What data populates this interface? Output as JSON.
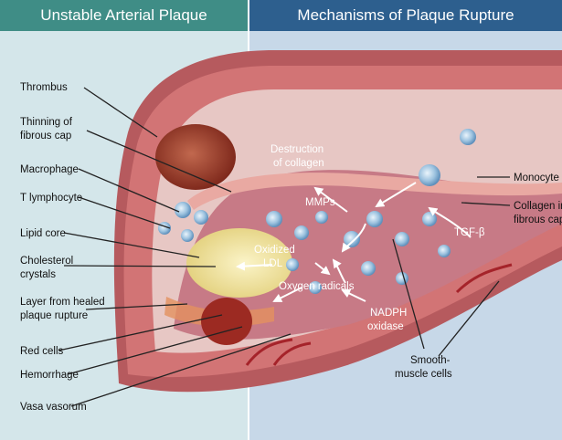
{
  "headers": {
    "left": "Unstable Arterial Plaque",
    "right": "Mechanisms of Plaque Rupture"
  },
  "left_labels": {
    "thrombus": "Thrombus",
    "thinning_1": "Thinning of",
    "thinning_2": "fibrous cap",
    "macrophage": "Macrophage",
    "t_lymphocyte": "T lymphocyte",
    "lipid_core": "Lipid core",
    "cholesterol_1": "Cholesterol",
    "cholesterol_2": "crystals",
    "layer_1": "Layer from healed",
    "layer_2": "plaque rupture",
    "red_cells": "Red cells",
    "hemorrhage": "Hemorrhage",
    "vasa_vasorum": "Vasa vasorum"
  },
  "inner_labels": {
    "destruction_1": "Destruction",
    "destruction_2": "of collagen",
    "mmps": "MMPs",
    "oxidized_1": "Oxidized",
    "oxidized_2": "LDL",
    "oxygen_radicals": "Oxygen radicals",
    "nadph_1": "NADPH",
    "nadph_2": "oxidase",
    "tgf_beta": "TGF-β"
  },
  "right_labels": {
    "monocyte": "Monocyte",
    "collagen_1": "Collagen in",
    "collagen_2": "fibrous cap",
    "smooth_1": "Smooth-",
    "smooth_2": "muscle cells"
  },
  "colors": {
    "left_panel_bg": "#d4e6ea",
    "right_panel_bg": "#c7d8e8",
    "left_header": "#3f8d86",
    "right_header": "#2d5f8e",
    "vessel_wall": "#c9646a",
    "lumen": "#e7c7c4",
    "lipid_core": "#f2e7a3",
    "thrombus": "#8c2f22"
  }
}
